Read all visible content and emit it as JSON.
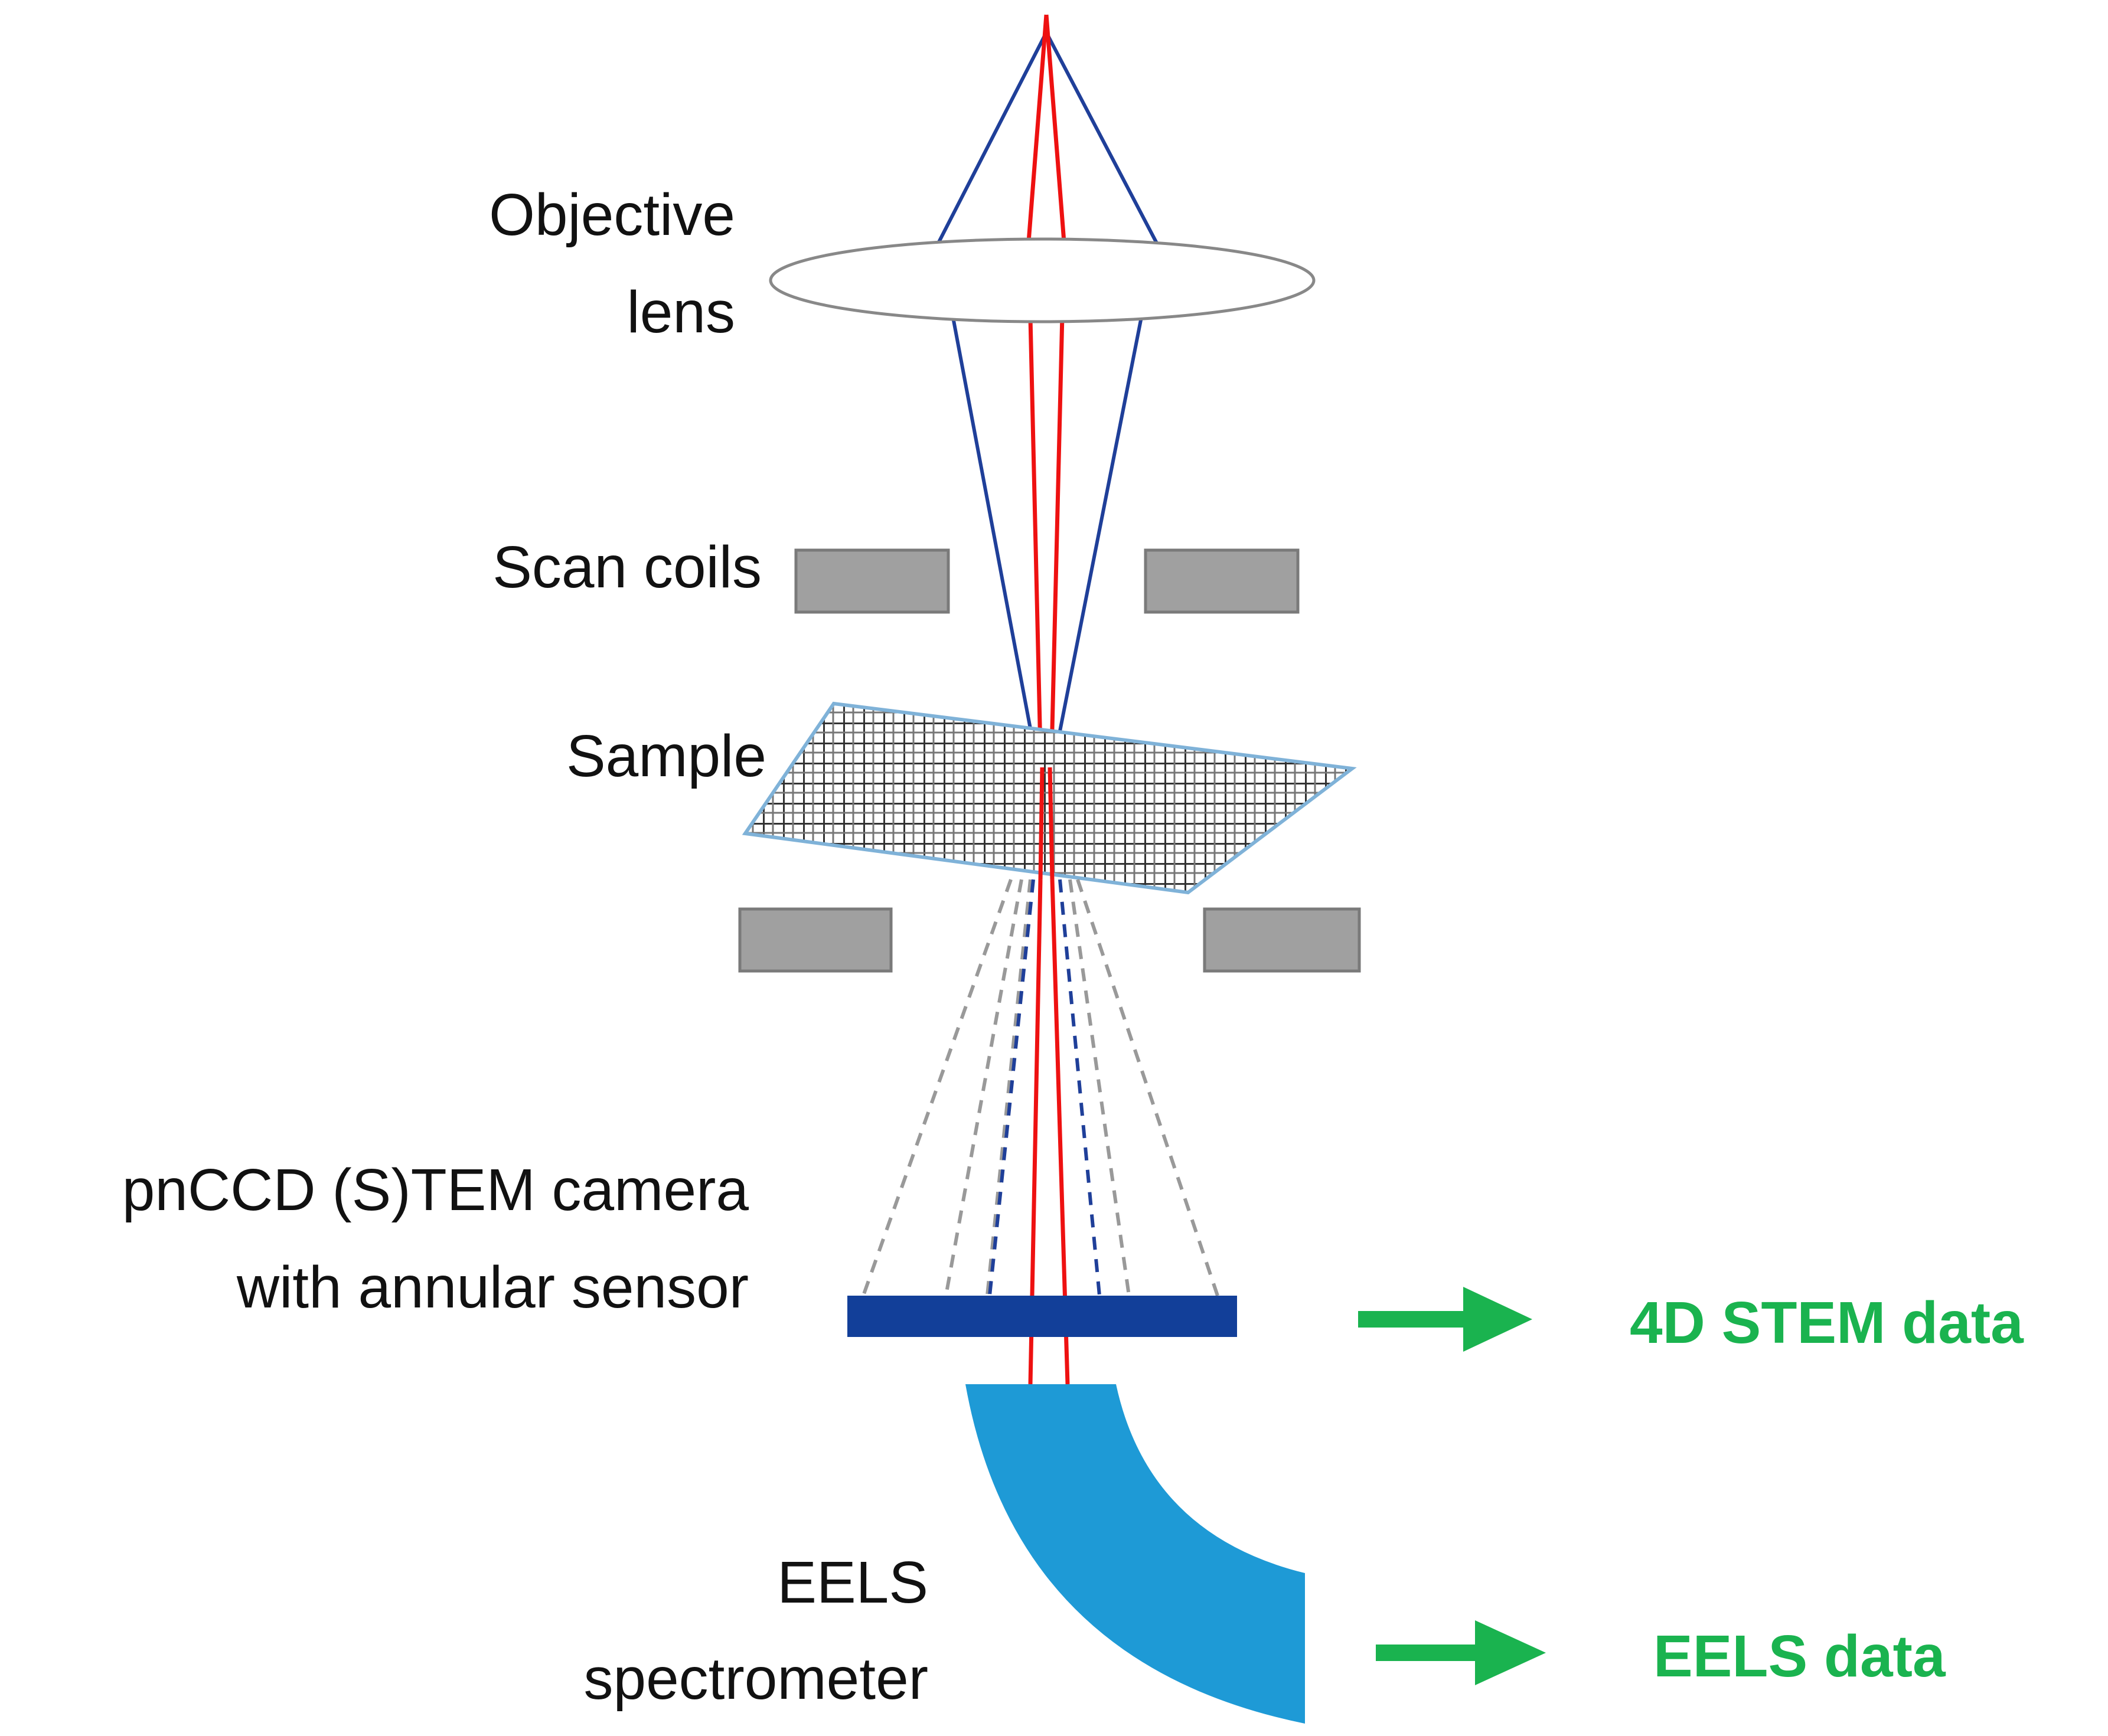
{
  "labels": {
    "objective_line1": "Objective",
    "objective_line2": "lens",
    "scan_coils": "Scan coils",
    "sample": "Sample",
    "camera_line1": "pnCCD (S)TEM camera",
    "camera_line2": "with annular sensor",
    "eels_line1": "EELS",
    "eels_line2": "spectrometer"
  },
  "outputs": {
    "stem": "4D STEM data",
    "eels": "EELS data"
  },
  "colors": {
    "beam_outer": "#1f3f99",
    "beam_inner": "#ee1111",
    "coils": "#a0a0a0",
    "camera": "#123f99",
    "spectrometer": "#1e9ad6",
    "output": "#1ab34f",
    "scatter_grey": "#999999"
  }
}
